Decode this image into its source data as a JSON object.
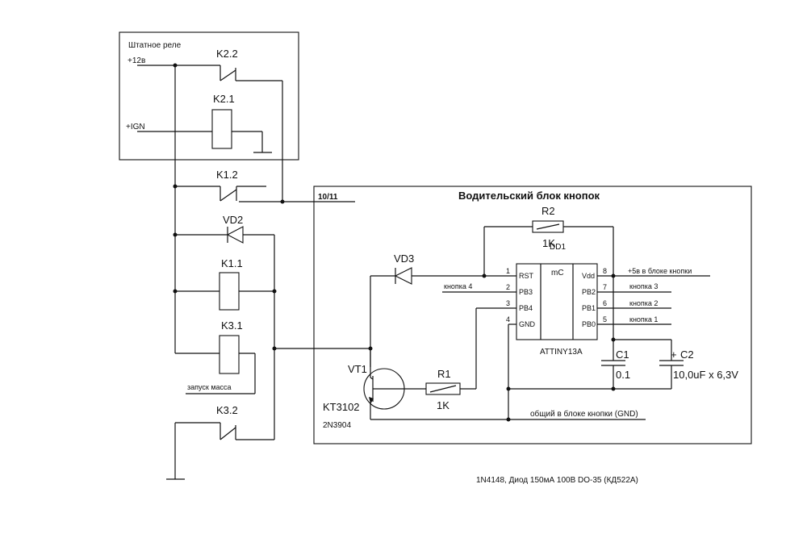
{
  "relay_block": {
    "title": "Штатное реле",
    "plus12": "+12в",
    "ign": "+IGN",
    "k2_2": "K2.2",
    "k2_1": "K2.1"
  },
  "left_circuit": {
    "k1_2": "K1.2",
    "vd2": "VD2",
    "k1_1": "K1.1",
    "k3_1": "K3.1",
    "zapusk": "запуск масса",
    "k3_2": "K3.2"
  },
  "button_block": {
    "title": "Водительский блок кнопок",
    "connector": "10/11",
    "r2": "R2",
    "r2_val": "1K",
    "dd1": "DD1",
    "vd3": "VD3",
    "mcu_label": "mC",
    "mcu_name": "ATTINY13A",
    "pins_left": [
      {
        "num": "1",
        "name": "RST",
        "net": ""
      },
      {
        "num": "2",
        "name": "PB3",
        "net": "кнопка 4"
      },
      {
        "num": "3",
        "name": "PB4",
        "net": ""
      },
      {
        "num": "4",
        "name": "GND",
        "net": ""
      }
    ],
    "pins_right": [
      {
        "num": "8",
        "name": "Vdd",
        "net": "+5в в блоке кнопки"
      },
      {
        "num": "7",
        "name": "PB2",
        "net": "кнопка 3"
      },
      {
        "num": "6",
        "name": "PB1",
        "net": "кнопка 2"
      },
      {
        "num": "5",
        "name": "PB0",
        "net": "кнопка 1"
      }
    ],
    "c1": "C1",
    "c1_val": "0.1",
    "c2": "C2",
    "c2_plus": "+",
    "c2_val": "10,0uF x 6,3V",
    "vt1": "VT1",
    "vt1_type": "KT3102",
    "vt1_alt": "2N3904",
    "r1": "R1",
    "r1_val": "1K",
    "gnd_net": "общий в блоке кнопки (GND)"
  },
  "footnote": "1N4148, Диод 150мА 100В DO-35 (КД522А)"
}
